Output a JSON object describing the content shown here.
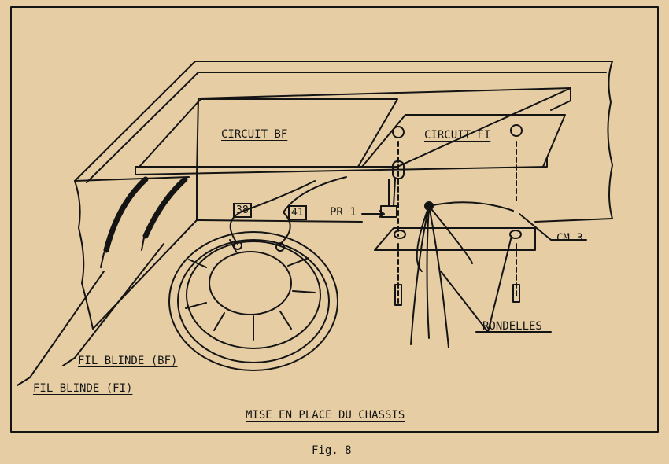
{
  "figure": {
    "caption": "Fig. 8",
    "title": "MISE EN PLACE DU CHASSIS",
    "labels": {
      "circuit_bf": "CIRCUIT BF",
      "circuit_fi": "CIRCUIT FI",
      "pr1": "PR 1",
      "cm3": "CM 3",
      "rondelles": "RONDELLES",
      "fil_blinde_bf": "FIL BLINDE (BF)",
      "fil_blinde_fi": "FIL BLINDE (FI)",
      "tag_38": "38",
      "tag_41": "41"
    }
  },
  "colors": {
    "background": "#e6cda3",
    "ink": "#141414"
  }
}
